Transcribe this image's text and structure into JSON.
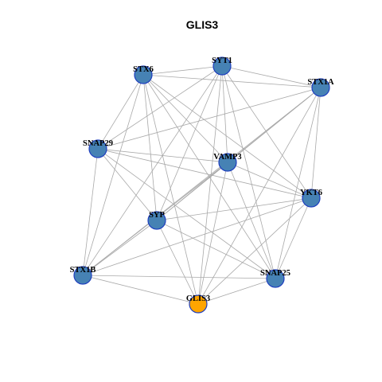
{
  "title": "GLIS3",
  "colors": {
    "node_fill": "#4682b4",
    "node_stroke": "#1f3fbf",
    "focus_fill": "#ffa500",
    "focus_stroke": "#7a3f9a",
    "edge": "#a9a9a9"
  },
  "nodes": [
    {
      "id": "SYT1",
      "label": "SYT1"
    },
    {
      "id": "STX6",
      "label": "STX6"
    },
    {
      "id": "STX1A",
      "label": "STX1A"
    },
    {
      "id": "SNAP29",
      "label": "SNAP29"
    },
    {
      "id": "VAMP3",
      "label": "VAMP3"
    },
    {
      "id": "YKT6",
      "label": "YKT6"
    },
    {
      "id": "SYP",
      "label": "SYP"
    },
    {
      "id": "STX1B",
      "label": "STX1B"
    },
    {
      "id": "SNAP25",
      "label": "SNAP25"
    },
    {
      "id": "GLIS3",
      "label": "GLIS3",
      "focus": true
    }
  ],
  "edges": [
    [
      "STX6",
      "SYT1"
    ],
    [
      "STX6",
      "STX1A"
    ],
    [
      "STX6",
      "VAMP3"
    ],
    [
      "STX6",
      "YKT6"
    ],
    [
      "STX6",
      "SYP"
    ],
    [
      "STX6",
      "STX1B"
    ],
    [
      "STX6",
      "SNAP25"
    ],
    [
      "STX6",
      "GLIS3"
    ],
    [
      "STX6",
      "SNAP29"
    ],
    [
      "SYT1",
      "STX1A"
    ],
    [
      "SYT1",
      "SNAP29"
    ],
    [
      "SYT1",
      "VAMP3"
    ],
    [
      "SYT1",
      "YKT6"
    ],
    [
      "SYT1",
      "SYP"
    ],
    [
      "SYT1",
      "STX1B"
    ],
    [
      "SYT1",
      "SNAP25"
    ],
    [
      "SYT1",
      "GLIS3"
    ],
    [
      "STX1A",
      "SNAP29"
    ],
    [
      "STX1A",
      "VAMP3"
    ],
    [
      "STX1A",
      "YKT6"
    ],
    [
      "STX1A",
      "SYP"
    ],
    [
      "STX1A",
      "STX1B"
    ],
    [
      "STX1A",
      "SNAP25"
    ],
    [
      "STX1A",
      "GLIS3"
    ],
    [
      "SNAP29",
      "VAMP3"
    ],
    [
      "SNAP29",
      "YKT6"
    ],
    [
      "SNAP29",
      "SYP"
    ],
    [
      "SNAP29",
      "STX1B"
    ],
    [
      "SNAP29",
      "SNAP25"
    ],
    [
      "VAMP3",
      "YKT6"
    ],
    [
      "VAMP3",
      "SYP"
    ],
    [
      "VAMP3",
      "STX1B"
    ],
    [
      "VAMP3",
      "SNAP25"
    ],
    [
      "VAMP3",
      "GLIS3"
    ],
    [
      "YKT6",
      "SYP"
    ],
    [
      "YKT6",
      "STX1B"
    ],
    [
      "YKT6",
      "SNAP25"
    ],
    [
      "YKT6",
      "GLIS3"
    ],
    [
      "SYP",
      "STX1B"
    ],
    [
      "SYP",
      "SNAP25"
    ],
    [
      "SYP",
      "GLIS3"
    ],
    [
      "STX1B",
      "SNAP25"
    ],
    [
      "STX1B",
      "GLIS3"
    ],
    [
      "SNAP25",
      "GLIS3"
    ]
  ]
}
